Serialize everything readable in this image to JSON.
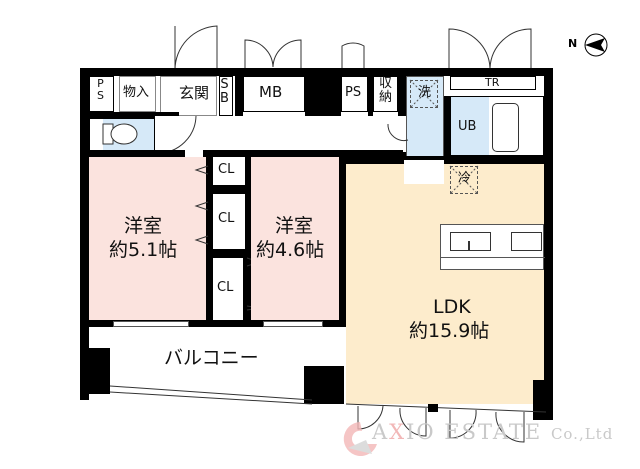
{
  "plan": {
    "compass": {
      "label": "N",
      "icon": "north-arrow-icon"
    },
    "rooms": {
      "ps_left": {
        "label": "P\nS"
      },
      "storage": {
        "label": "物入"
      },
      "entrance": {
        "label": "玄関"
      },
      "shoe_box": {
        "label": "S\nB"
      },
      "mb": {
        "label": "MB"
      },
      "ps_right": {
        "label": "PS"
      },
      "closet_storage": {
        "label": "収\n納"
      },
      "washer": {
        "label": "洗"
      },
      "tr": {
        "label": "TR"
      },
      "ub": {
        "label": "UB"
      },
      "fridge": {
        "label": "冷"
      },
      "cl1": {
        "label": "CL"
      },
      "cl2": {
        "label": "CL"
      },
      "cl3": {
        "label": "CL"
      },
      "western1": {
        "name": "洋室",
        "size": "約5.1帖"
      },
      "western2": {
        "name": "洋室",
        "size": "約4.6帖"
      },
      "ldk": {
        "name": "LDK",
        "size": "約15.9帖"
      },
      "balcony": {
        "label": "バルコニー"
      }
    },
    "colors": {
      "western_room": "#fbe3de",
      "ldk": "#fdeccc",
      "wet_area": "#d6e9f8",
      "wall": "#000000",
      "watermark_text": "#c9c9c9",
      "watermark_accent": "#f2b7b7"
    }
  },
  "watermark": {
    "part1": "A",
    "accent": "X",
    "part2": "IO ESTATE",
    "suffix": "Co.,Ltd"
  }
}
